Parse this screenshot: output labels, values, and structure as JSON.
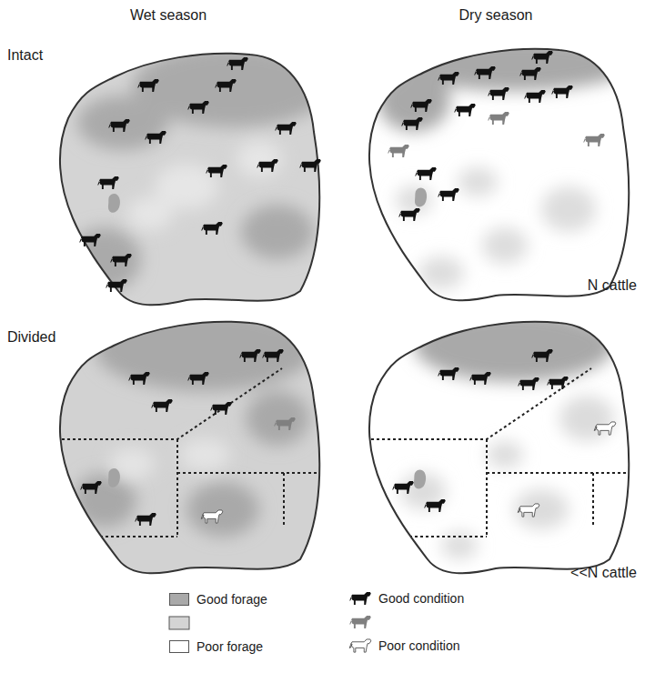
{
  "diagram": {
    "labels": [
      "Wet season",
      "Dry season",
      "Intact",
      "Divided",
      "N cattle",
      "<<N cattle"
    ],
    "legend": [
      {
        "text": "Good forage",
        "color": "#a9a9a9"
      },
      {
        "text": "Poor forage",
        "color": "#ffffff"
      },
      {
        "text": "Good condition"
      },
      {
        "text": "Poor condition"
      }
    ]
  }
}
